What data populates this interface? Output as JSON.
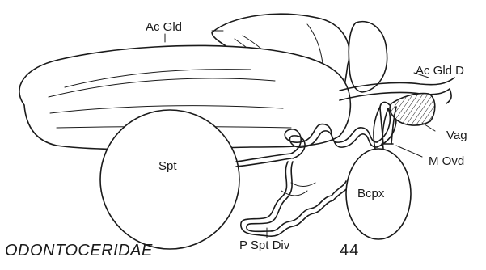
{
  "labels": {
    "accessory_gland": "Ac Gld",
    "accessory_gland_duct": "Ac Gld D",
    "vagina": "Vag",
    "median_oviduct": "M Ovd",
    "spermatheca": "Spt",
    "bursa_copulatrix": "Bcpx",
    "spermathecal_diverticulum": "P Spt Div"
  },
  "caption": {
    "family": "ODONTOCERIDAE",
    "figure_number": "44"
  }
}
